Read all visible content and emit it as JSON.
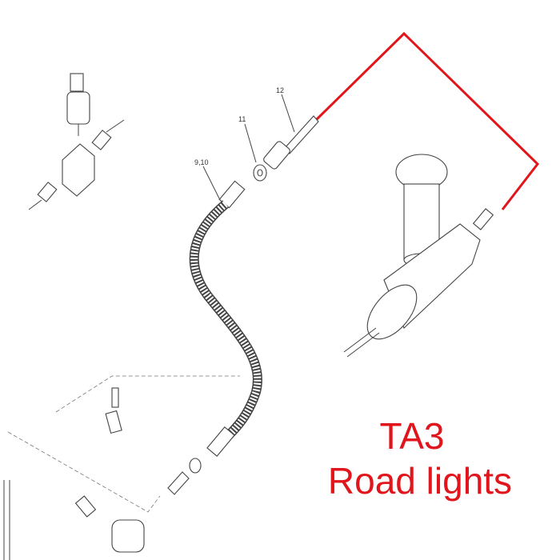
{
  "diagram": {
    "part_labels": [
      "12",
      "11",
      "9,10"
    ],
    "highlight_color": "#e0161c"
  },
  "caption": {
    "line1": "TA3",
    "line2": "Road lights"
  }
}
